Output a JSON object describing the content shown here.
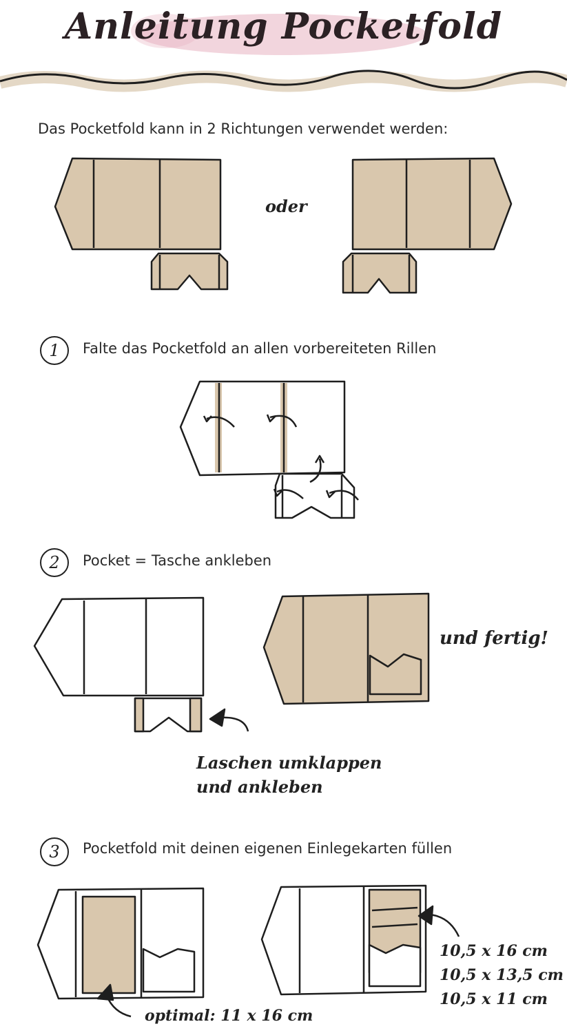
{
  "title": "Anleitung Pocketfold",
  "intro": "Das Pocketfold kann in 2 Richtungen verwendet werden:",
  "or_label": "oder",
  "steps": [
    {
      "number": "1",
      "text": "Falte das Pocketfold an allen vorbereiteten Rillen"
    },
    {
      "number": "2",
      "text": "Pocket = Tasche ankleben"
    },
    {
      "number": "3",
      "text": "Pocketfold mit deinen eigenen Einlegekarten füllen"
    }
  ],
  "finished_label": "und fertig!",
  "flaps_note": {
    "line1": "Laschen umklappen",
    "line2": "und ankleben"
  },
  "optimal_note": "optimal: 11 x 16 cm",
  "card_sizes": [
    "10,5 x 16 cm",
    "10,5 x 13,5 cm",
    "10,5 x 11 cm"
  ],
  "colors": {
    "kraft": "#d9c7ad",
    "ink": "#1e1e1e",
    "accent": "#e7b3c1"
  }
}
